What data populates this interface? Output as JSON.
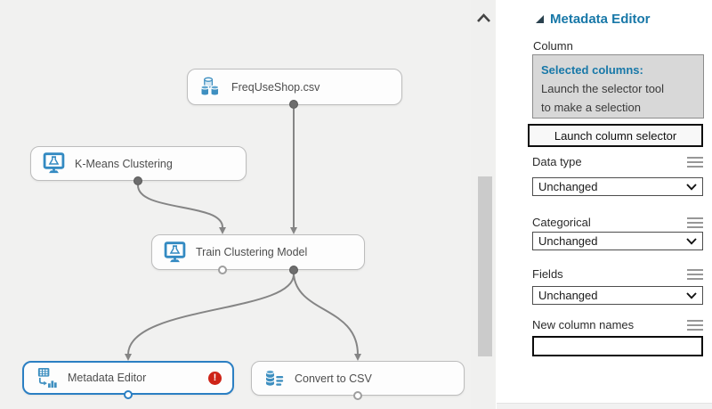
{
  "canvas": {
    "nodes": [
      {
        "label": "FreqUseShop.csv"
      },
      {
        "label": "K-Means Clustering"
      },
      {
        "label": "Train Clustering Model"
      },
      {
        "label": "Metadata Editor",
        "error_glyph": "!"
      },
      {
        "label": "Convert to CSV"
      }
    ]
  },
  "panel": {
    "title": "Metadata Editor",
    "column": {
      "label": "Column",
      "info_title": "Selected columns:",
      "info_line1": "Launch the selector tool",
      "info_line2": "to make a selection",
      "button_label": "Launch column selector"
    },
    "params": [
      {
        "label": "Data type",
        "value": "Unchanged"
      },
      {
        "label": "Categorical",
        "value": "Unchanged"
      },
      {
        "label": "Fields",
        "value": "Unchanged"
      }
    ],
    "new_column": {
      "label": "New column names",
      "value": ""
    }
  },
  "colors": {
    "accent_blue": "#1878a8",
    "icon_blue": "#3e8fc0",
    "selected_node_border": "#2b7fc3",
    "error_red": "#ce2418",
    "edge_gray": "#858585",
    "canvas_bg": "#f1f1f0"
  }
}
